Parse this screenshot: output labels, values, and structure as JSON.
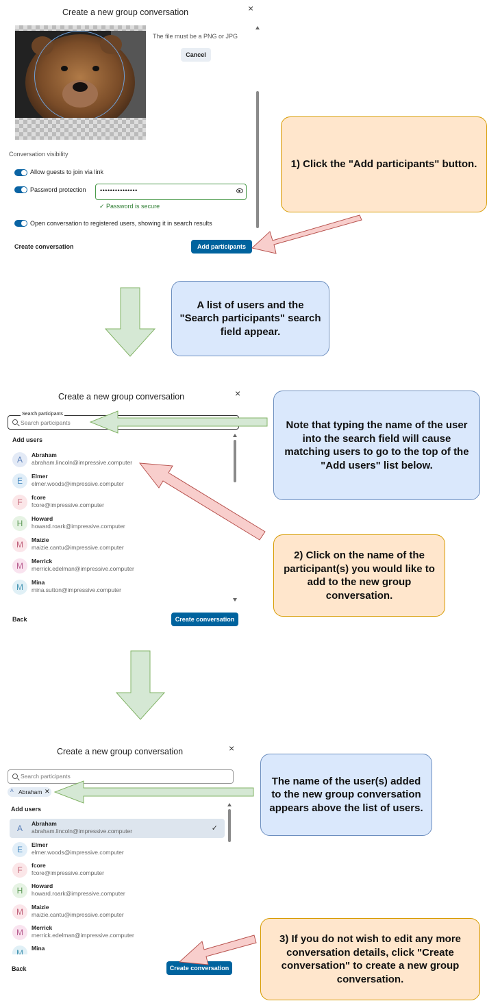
{
  "dialog1": {
    "title": "Create a new group conversation",
    "close": "×",
    "file_hint": "The file must be a PNG or JPG",
    "cancel_label": "Cancel",
    "visibility_label": "Conversation visibility",
    "guests_label": "Allow guests to join via link",
    "password_label": "Password protection",
    "password_value": "•••••••••••••••",
    "password_secure": "✓  Password is secure",
    "open_label": "Open conversation to registered users, showing it in search results",
    "create_label": "Create conversation",
    "add_participants_label": "Add participants"
  },
  "dialog2": {
    "title": "Create a new group conversation",
    "close": "×",
    "search_legend": "Search participants",
    "search_placeholder": "Search participants",
    "section": "Add users",
    "users": [
      {
        "initial": "A",
        "name": "Abraham",
        "email": "abraham.lincoln@impressive.computer"
      },
      {
        "initial": "E",
        "name": "Elmer",
        "email": "elmer.woods@impressive.computer"
      },
      {
        "initial": "F",
        "name": "fcore",
        "email": "fcore@impressive.computer"
      },
      {
        "initial": "H",
        "name": "Howard",
        "email": "howard.roark@impressive.computer"
      },
      {
        "initial": "M",
        "name": "Maizie",
        "email": "maizie.cantu@impressive.computer"
      },
      {
        "initial": "M",
        "name": "Merrick",
        "email": "merrick.edelman@impressive.computer"
      },
      {
        "initial": "M",
        "name": "Mina",
        "email": "mina.sutton@impressive.computer"
      }
    ],
    "back_label": "Back",
    "create_label": "Create conversation"
  },
  "dialog3": {
    "title": "Create a new group conversation",
    "close": "×",
    "search_placeholder": "Search participants",
    "chip_initial": "A",
    "chip_label": "Abraham",
    "chip_remove": "✕",
    "section": "Add users",
    "check": "✓",
    "users": [
      {
        "initial": "A",
        "name": "Abraham",
        "email": "abraham.lincoln@impressive.computer"
      },
      {
        "initial": "E",
        "name": "Elmer",
        "email": "elmer.woods@impressive.computer"
      },
      {
        "initial": "F",
        "name": "fcore",
        "email": "fcore@impressive.computer"
      },
      {
        "initial": "H",
        "name": "Howard",
        "email": "howard.roark@impressive.computer"
      },
      {
        "initial": "M",
        "name": "Maizie",
        "email": "maizie.cantu@impressive.computer"
      },
      {
        "initial": "M",
        "name": "Merrick",
        "email": "merrick.edelman@impressive.computer"
      },
      {
        "initial": "M",
        "name": "Mina",
        "email": ""
      }
    ],
    "back_label": "Back",
    "create_label": "Create conversation"
  },
  "callouts": {
    "step1": "1) Click the \"Add participants\" button.",
    "info1": "A list of users and the \"Search participants\" search field appear.",
    "note": "Note that typing the name of the user into the search field will cause matching users to go to the top of the \"Add users\" list below.",
    "step2": "2) Click on the name of the participant(s) you would like to add to the new group conversation.",
    "info2": "The name of the user(s) added to the new group conversation appears above the list of users.",
    "step3": "3) If you do not wish to edit any more conversation details, click \"Create conversation\" to create a new group conversation."
  },
  "colors": {
    "primary": "#00639e",
    "orange_fill": "#ffe6cc",
    "blue_fill": "#dae8fc",
    "green_arrow": "#d5e8d4",
    "red_arrow": "#f8cecc"
  }
}
